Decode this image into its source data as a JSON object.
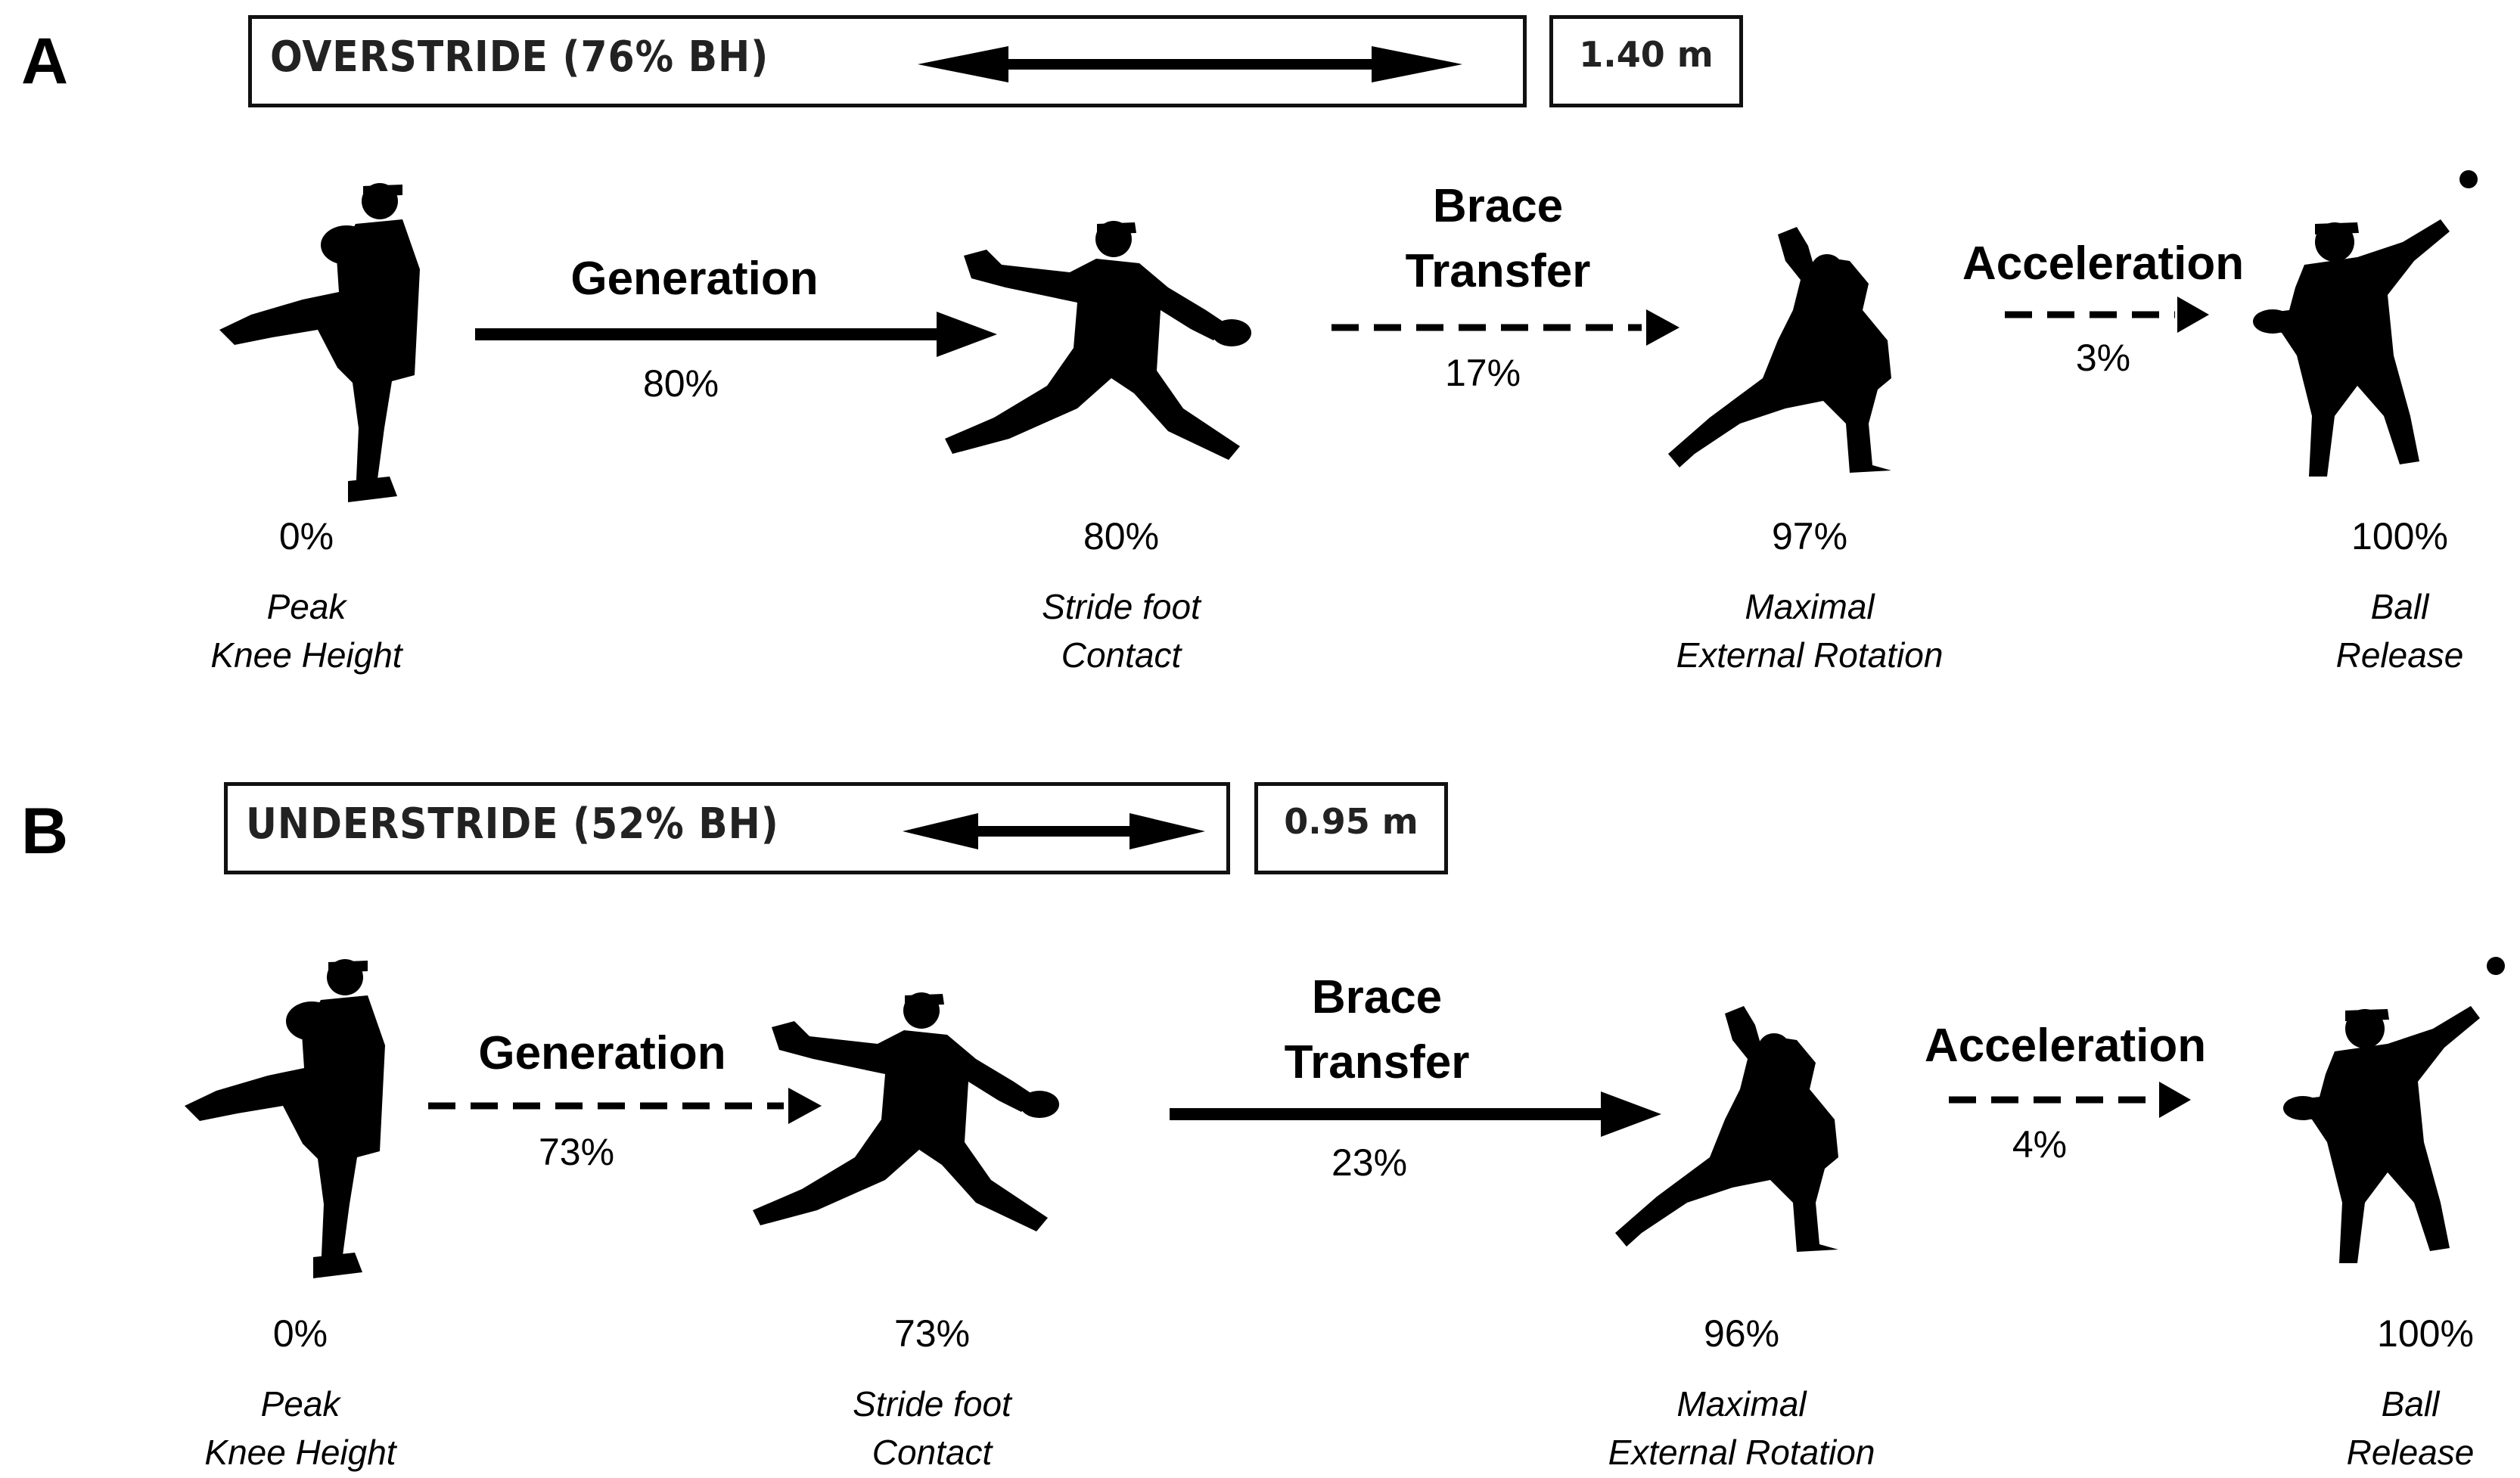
{
  "panels": [
    {
      "letter": "A",
      "stride_label": "OVERSTRIDE (76% BH)",
      "stride_distance": "1.40 m",
      "phases": [
        {
          "name": "Generation",
          "percent": "80%",
          "arrow": "solid"
        },
        {
          "name": "Brace\nTransfer",
          "percent": "17%",
          "arrow": "dashed"
        },
        {
          "name": "Acceleration",
          "percent": "3%",
          "arrow": "dashed"
        }
      ],
      "events": [
        {
          "percent": "0%",
          "label": "Peak\nKnee Height"
        },
        {
          "percent": "80%",
          "label": "Stride foot\nContact"
        },
        {
          "percent": "97%",
          "label": "Maximal\nExternal Rotation"
        },
        {
          "percent": "100%",
          "label": "Ball\nRelease"
        }
      ]
    },
    {
      "letter": "B",
      "stride_label": "UNDERSTRIDE (52% BH)",
      "stride_distance": "0.95 m",
      "phases": [
        {
          "name": "Generation",
          "percent": "73%",
          "arrow": "dashed"
        },
        {
          "name": "Brace\nTransfer",
          "percent": "23%",
          "arrow": "solid"
        },
        {
          "name": "Acceleration",
          "percent": "4%",
          "arrow": "dashed"
        }
      ],
      "events": [
        {
          "percent": "0%",
          "label": "Peak\nKnee Height"
        },
        {
          "percent": "73%",
          "label": "Stride foot\nContact"
        },
        {
          "percent": "96%",
          "label": "Maximal\nExternal Rotation"
        },
        {
          "percent": "100%",
          "label": "Ball\nRelease"
        }
      ]
    }
  ],
  "icons": {
    "pitcher_pose_icons": [
      "knee-lift-pitcher-icon",
      "stride-pitcher-icon",
      "external-rotation-pitcher-icon",
      "ball-release-pitcher-icon"
    ],
    "double_arrow_icon": "double-headed-arrow-icon",
    "ball_icon": "baseball-icon"
  },
  "colors": {
    "ink": "#000000",
    "box_border": "#111111",
    "label_text": "#222222"
  }
}
